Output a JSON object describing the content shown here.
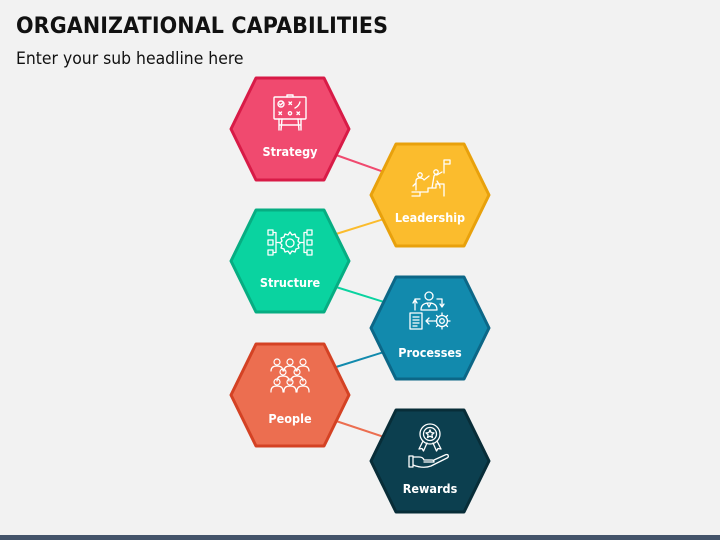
{
  "header": {
    "title": "ORGANIZATIONAL CAPABILITIES",
    "subtitle": "Enter your sub headline here"
  },
  "diagram": {
    "type": "hexagon-zigzag",
    "connector_color_note": "each connector uses the color of the hexagon above it",
    "items": [
      {
        "label": "Strategy",
        "icon": "strategy-board-icon",
        "fill": "#f04a6f",
        "border": "#d81b47",
        "column": "left"
      },
      {
        "label": "Leadership",
        "icon": "leadership-climb-icon",
        "fill": "#fbbc2d",
        "border": "#e8a10c",
        "column": "right"
      },
      {
        "label": "Structure",
        "icon": "structure-gear-icon",
        "fill": "#0ad3a0",
        "border": "#07ad82",
        "column": "left"
      },
      {
        "label": "Processes",
        "icon": "processes-cycle-icon",
        "fill": "#128aad",
        "border": "#0c6787",
        "column": "right"
      },
      {
        "label": "People",
        "icon": "people-group-icon",
        "fill": "#ec6e50",
        "border": "#d44224",
        "column": "left"
      },
      {
        "label": "Rewards",
        "icon": "reward-badge-hand-icon",
        "fill": "#0c3f4f",
        "border": "#082d38",
        "column": "right"
      }
    ]
  },
  "colors": {
    "background": "#f2f2f2",
    "title_text": "#111111",
    "footer_bar": "#44546a",
    "icon_stroke": "#ffffff"
  }
}
